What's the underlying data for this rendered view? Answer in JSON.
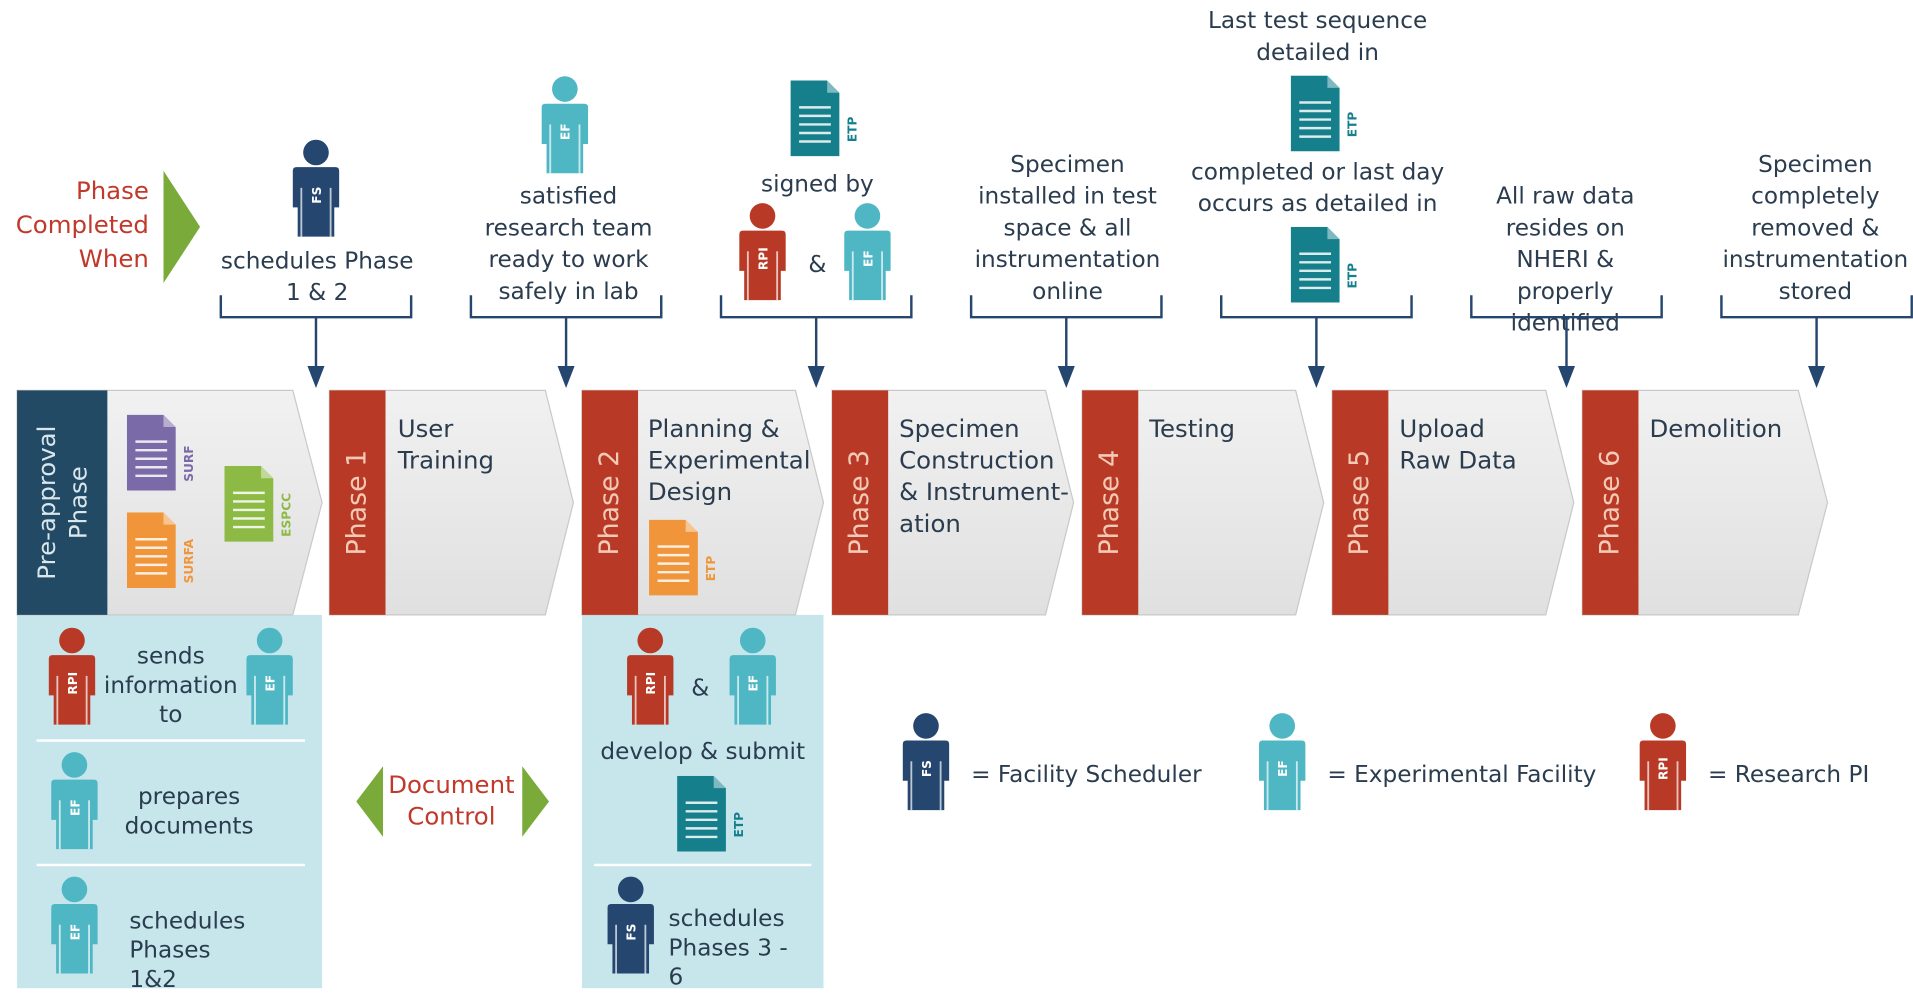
{
  "header": {
    "phase_completed_when": "Phase Completed When"
  },
  "roles": {
    "fs": "FS",
    "ef": "EF",
    "rpi": "RPI"
  },
  "documents": {
    "surf": "SURF",
    "surfa": "SURFA",
    "espcc": "ESPCC",
    "etp": "ETP"
  },
  "completion_conditions": {
    "phase1": "schedules Phase 1 & 2",
    "phase2": "satisfied research team ready to work safely in lab",
    "phase3_signed": "signed by",
    "amp": "&",
    "phase4": "Specimen installed in test space & all instrumentation online",
    "phase5_top": "Last test sequence detailed in",
    "phase5_bottom": "completed or last day occurs as detailed in",
    "phase6": "All raw data resides on NHERI & properly identified",
    "phase7": "Specimen completely removed & instrumentation stored"
  },
  "phases": [
    {
      "id": "pre",
      "label": "Pre-approval Phase",
      "title": ""
    },
    {
      "id": "p1",
      "label": "Phase 1",
      "title": "User Training"
    },
    {
      "id": "p2",
      "label": "Phase 2",
      "title": "Planning & Experimental Design"
    },
    {
      "id": "p3",
      "label": "Phase 3",
      "title": "Specimen Construction & Instrument- ation"
    },
    {
      "id": "p4",
      "label": "Phase 4",
      "title": "Testing"
    },
    {
      "id": "p5",
      "label": "Phase 5",
      "title": "Upload Raw Data"
    },
    {
      "id": "p6",
      "label": "Phase 6",
      "title": "Demolition"
    }
  ],
  "document_control": {
    "label": "Document Control",
    "pre_approval_steps": [
      "sends information to",
      "prepares documents",
      "schedules Phases 1&2"
    ],
    "phase2_steps": [
      "develop & submit",
      "schedules Phases 3 - 6"
    ]
  },
  "legend": {
    "fs": "= Facility Scheduler",
    "ef": "= Experimental Facility",
    "rpi": "= Research PI"
  },
  "colors": {
    "fs_navy": "#24466f",
    "ef_teal": "#4fb7c4",
    "rpi_red": "#b83a26",
    "phase_red": "#b83a26",
    "pre_navy": "#234a64",
    "condition_red": "#c0392b",
    "arrow_green": "#7aab3a",
    "panel_blue": "#c6e6ec",
    "doc_surf": "#7b6aa8",
    "doc_surfa": "#f0953a",
    "doc_espcc": "#8dba45",
    "doc_etp": "#157f8c"
  }
}
